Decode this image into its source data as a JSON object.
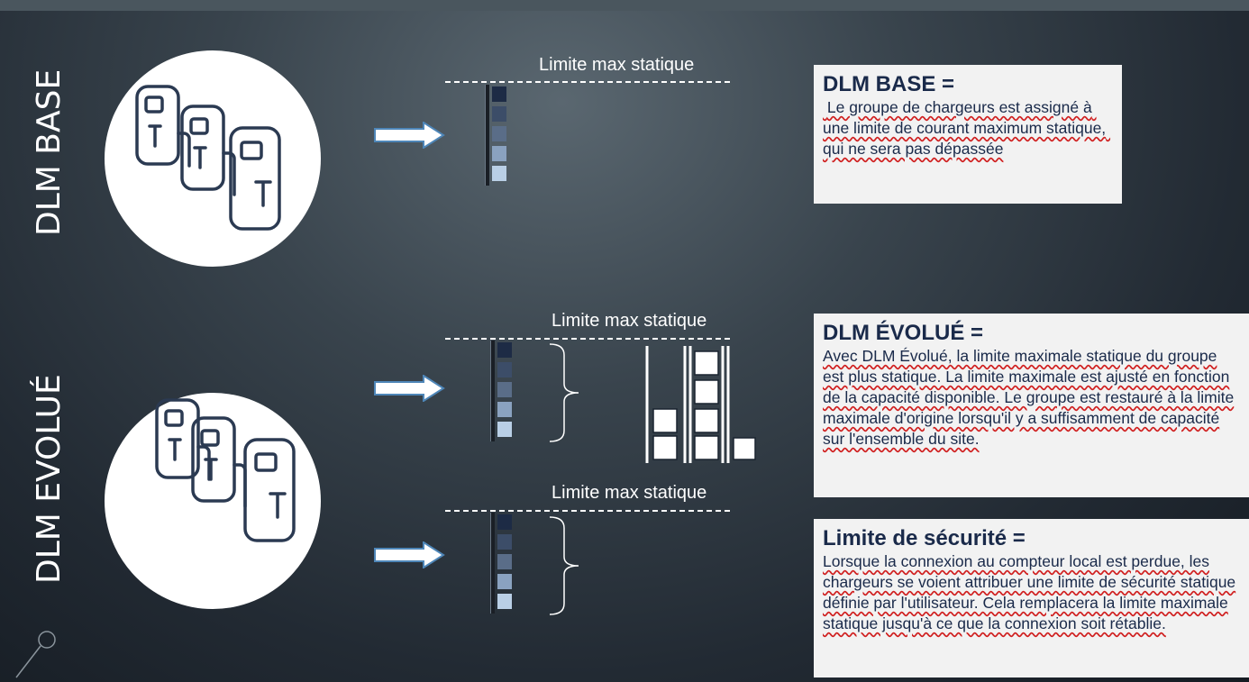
{
  "labels": {
    "dlm_base_vertical": "DLM BASE",
    "dlm_evolue_vertical": "DLM EVOLUÉ"
  },
  "limit_labels": {
    "top": "Limite max statique",
    "middle": "Limite max statique",
    "bottom": "Limite max statique"
  },
  "box_base": {
    "title": "DLM BASE =",
    "body": " Le groupe de chargeurs est assigné à une limite de courant maximum statique, qui ne sera pas dépassée"
  },
  "box_evolue": {
    "title": "DLM ÉVOLUÉ =",
    "body": "Avec DLM Évolué, la limite maximale statique du groupe est plus statique. La limite maximale est ajusté en fonction de la capacité disponible. Le groupe est restauré à la limite maximale d'origine lorsqu'il y a suffisamment de capacité sur l'ensemble du site."
  },
  "box_securite": {
    "title": "Limite de sécurité =",
    "body": "Lorsque la connexion au compteur local est perdue, les chargeurs se voient attribuer une limite de sécurité statique définie par l'utilisateur. Cela remplacera la limite maximale statique jusqu'à ce que la connexion soit rétablie."
  },
  "icons": [
    "charger-group-icon",
    "arrow-right-icon",
    "magnifier-icon"
  ],
  "colors": {
    "square_shades": [
      "#1d2b45",
      "#3c4d68",
      "#5a6d88",
      "#8aa2c0",
      "#b9cfe6"
    ],
    "box_background": "#f2f2f2",
    "box_text": "#1a2a4a",
    "spellcheck_underline": "#d02020"
  }
}
